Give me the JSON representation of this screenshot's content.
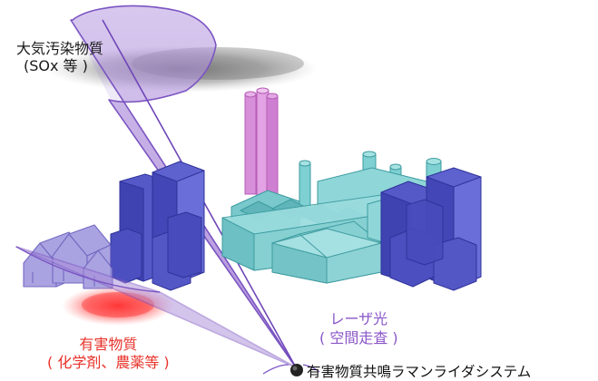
{
  "labels": {
    "air_pollutant_line1": "大気汚染物質",
    "air_pollutant_line2": "(SOx 等 )",
    "hazardous_line1": "有害物質",
    "hazardous_line2": "( 化学剤、農薬等 )",
    "laser_line1": "レーザ光",
    "laser_line2": "( 空間走査 )",
    "system_name": "有害物質共鳴ラマンライダシステム"
  },
  "colors": {
    "laser_beam": "#8c63c8",
    "building_blue": "#4a4fbf",
    "factory_teal": "#6fc3c6",
    "chimney_pink": "#d68bd8",
    "house_violet": "#7a6fcf",
    "hazard_cloud": "#ff3b3b",
    "smog_cloud": "#7d7d7d",
    "label_red": "#e8332a",
    "label_violet": "#8a56c8"
  }
}
